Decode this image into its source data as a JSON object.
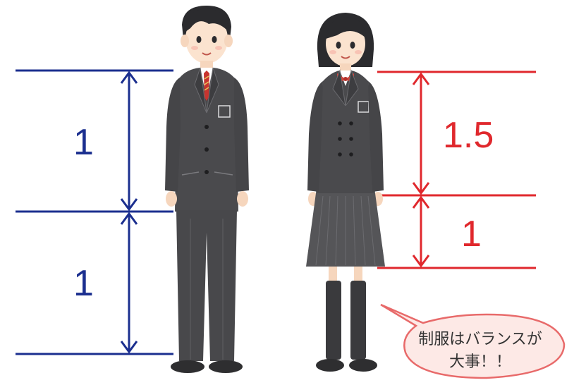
{
  "left_ratio": {
    "upper": "1",
    "lower": "1"
  },
  "right_ratio": {
    "upper": "1.5",
    "lower": "1"
  },
  "speech_bubble": {
    "line1": "制服はバランスが",
    "line2": "大事！！"
  },
  "colors": {
    "left_accent": "#1b2f8f",
    "right_accent": "#e0282d",
    "bubble_border": "#e86a6a",
    "bubble_fill": "#fde9e6",
    "uniform": "#4a4a4d"
  }
}
